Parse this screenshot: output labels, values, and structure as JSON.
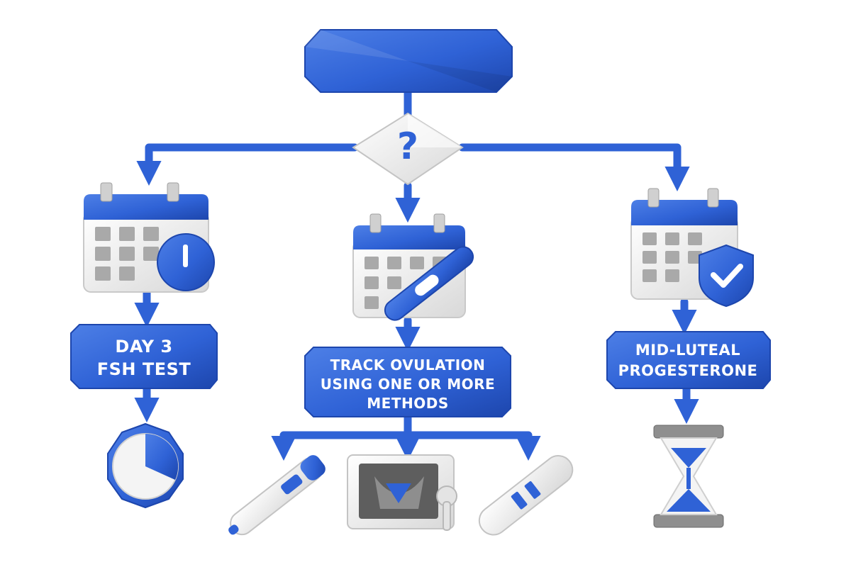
{
  "colors": {
    "primary": "#2f62d6",
    "primary_dark": "#1d46ad",
    "primary_light": "#4d7fe6",
    "paper": "#f1f1f1",
    "paper_shade": "#d6d6d6",
    "gray_block": "#a9a9a9",
    "dark_gray": "#5e5e5e"
  },
  "nodes": {
    "start": {
      "label": "",
      "icon": "start-node"
    },
    "decision": {
      "symbol": "?",
      "icon": "question-diamond-icon"
    },
    "left_calendar": {
      "icon": "calendar-clock-icon"
    },
    "middle_calendar": {
      "icon": "calendar-ovulation-test-icon"
    },
    "right_calendar": {
      "icon": "calendar-shield-check-icon"
    },
    "day3": {
      "line1": "DAY 3",
      "line2": "FSH TEST"
    },
    "track": {
      "line1": "TRACK OVULATION",
      "line2": "USING ONE OR MORE",
      "line3": "METHODS"
    },
    "midluteal": {
      "line1": "MID-LUTEAL",
      "line2": "PROGESTERONE"
    },
    "left_result": {
      "icon": "pie-clock-icon"
    },
    "right_result": {
      "icon": "hourglass-icon"
    },
    "method_1": {
      "icon": "thermometer-icon"
    },
    "method_2": {
      "icon": "ultrasound-monitor-icon"
    },
    "method_3": {
      "icon": "ovulation-test-strip-icon"
    }
  }
}
